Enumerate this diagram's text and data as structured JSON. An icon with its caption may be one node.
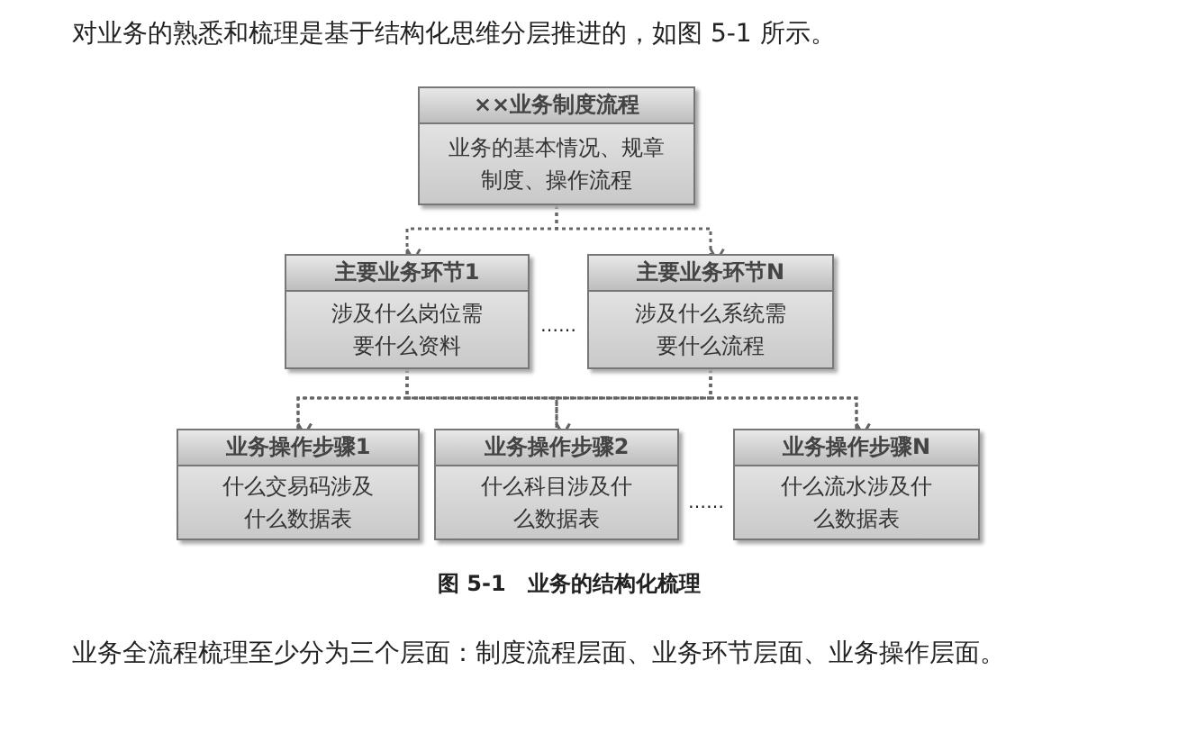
{
  "diagram": {
    "caption": "图 5-1　业务的结构化梳理",
    "nodes": [
      {
        "text": [
          "××业务制度流程",
          "业务的基本情况、规章制度、操作流程"
        ]
      },
      {
        "text": [
          "主要业务环节1",
          "涉及什么岗位需要什么资料"
        ]
      },
      {
        "text": [
          "主要业务环节N",
          "涉及什么系统需要什么流程"
        ]
      },
      {
        "text": [
          "业务操作步骤1",
          "什么交易码涉及什么数据表"
        ]
      },
      {
        "text": [
          "业务操作步骤2",
          "什么科目涉及什么数据表"
        ]
      },
      {
        "text": [
          "业务操作步骤N",
          "什么流水涉及什么数据表"
        ]
      }
    ],
    "edges": [
      {
        "from": 0,
        "to": 1,
        "arrow": "to",
        "style": "dashed"
      },
      {
        "from": 0,
        "to": 2,
        "arrow": "to",
        "style": "dashed"
      },
      {
        "from": 1,
        "to": 3,
        "arrow": "to",
        "style": "dashed"
      },
      {
        "from": 1,
        "to": 4,
        "arrow": "to",
        "style": "dashed"
      },
      {
        "from": 1,
        "to": 5,
        "arrow": "to",
        "style": "dashed"
      },
      {
        "from": 2,
        "to": 3,
        "arrow": "to",
        "style": "dashed"
      },
      {
        "from": 2,
        "to": 4,
        "arrow": "to",
        "style": "dashed"
      },
      {
        "from": 2,
        "to": 5,
        "arrow": "to",
        "style": "dashed"
      }
    ],
    "labels": [
      "对业务的熟悉和梳理是基于结构化思维分层推进的，如图 5-1 所示。",
      "……",
      "……",
      "业务全流程梳理至少分为三个层面：制度流程层面、业务环节层面、业务操作层面。"
    ]
  }
}
